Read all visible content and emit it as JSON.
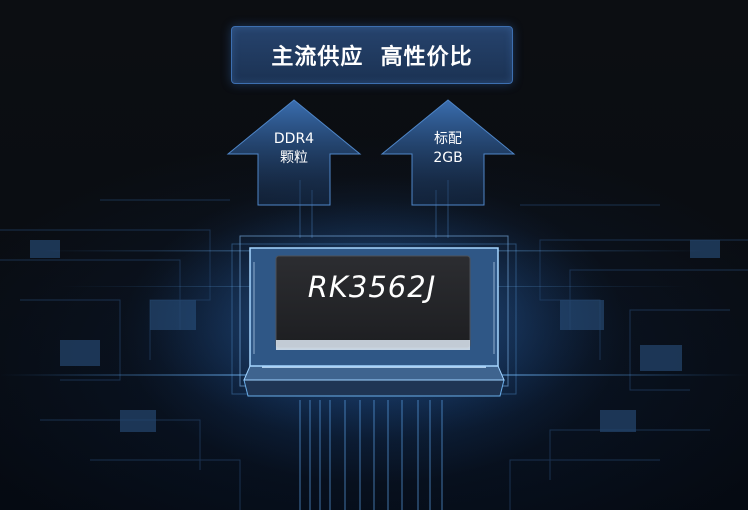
{
  "headline": {
    "text": "主流供应  高性价比"
  },
  "arrows": [
    {
      "line1": "DDR4",
      "line2": "颗粒",
      "icon": "up-arrow-icon"
    },
    {
      "line1": "标配",
      "line2": "2GB",
      "icon": "up-arrow-icon"
    }
  ],
  "chip": {
    "label": "RK3562J"
  },
  "colors": {
    "background": "#0b0d11",
    "accent_blue": "#3d78c8",
    "arrow_fill": "#2c5a96",
    "chip_top": "#2a2b2e",
    "headline_fill": "#22406a"
  }
}
